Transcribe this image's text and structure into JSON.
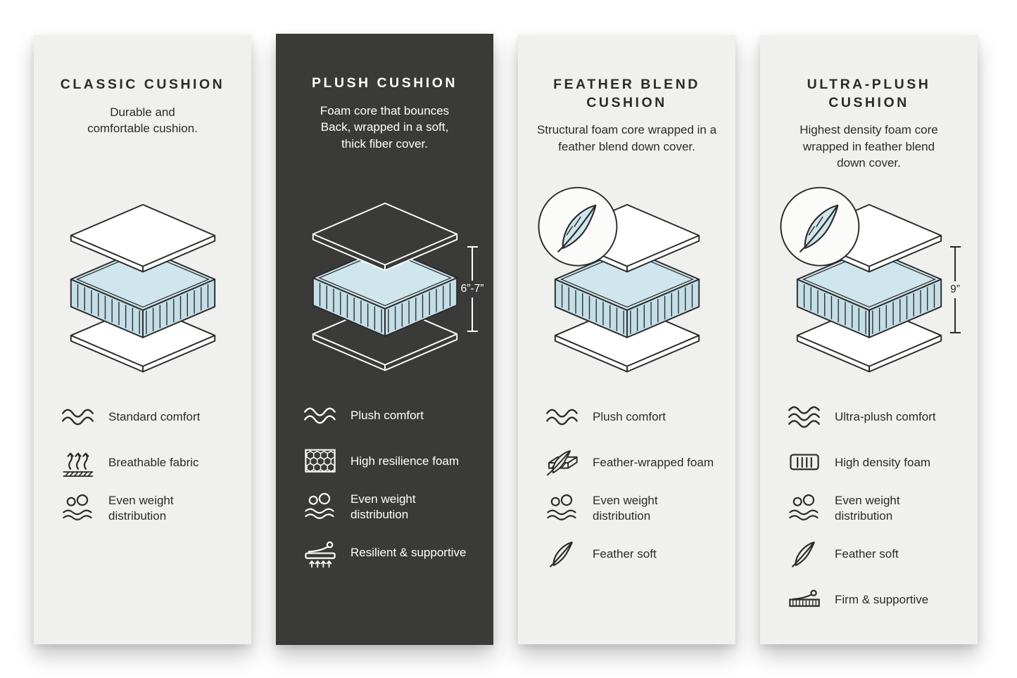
{
  "colors": {
    "page_background": "#ffffff",
    "card_light": "#f0f0ee",
    "card_dark": "#3a3a38",
    "ink": "#2b2b2b",
    "ink_on_dark": "#ffffff",
    "foam_blue": "#cfe6ec",
    "foam_blue_side": "#c3dee7"
  },
  "cards": [
    {
      "id": "classic",
      "theme": "light",
      "title": "CLASSIC CUSHION",
      "description": "Durable and comfortable cushion.",
      "measurement": "",
      "feather_badge": false,
      "features": [
        {
          "icon": "wave-icon",
          "label": "Standard comfort"
        },
        {
          "icon": "breathable-fabric-icon",
          "label": "Breathable fabric"
        },
        {
          "icon": "even-weight-icon",
          "label": "Even weight distribution"
        }
      ]
    },
    {
      "id": "plush",
      "theme": "dark",
      "title": "PLUSH CUSHION",
      "description": "Foam core that bounces Back, wrapped in a soft, thick fiber cover.",
      "measurement": "6”-7”",
      "feather_badge": false,
      "features": [
        {
          "icon": "wave-icon",
          "label": "Plush comfort"
        },
        {
          "icon": "honeycomb-foam-icon",
          "label": "High resilience foam"
        },
        {
          "icon": "even-weight-icon",
          "label": "Even weight distribution"
        },
        {
          "icon": "resilient-supportive-icon",
          "label": "Resilient & supportive"
        }
      ]
    },
    {
      "id": "feather-blend",
      "theme": "light",
      "title": "FEATHER BLEND\nCUSHION",
      "description": "Structural foam core wrapped in a feather blend down cover.",
      "measurement": "",
      "feather_badge": true,
      "features": [
        {
          "icon": "wave-icon",
          "label": "Plush comfort"
        },
        {
          "icon": "feather-wrapped-foam-icon",
          "label": "Feather-wrapped foam"
        },
        {
          "icon": "even-weight-icon",
          "label": "Even weight distribution"
        },
        {
          "icon": "feather-icon",
          "label": "Feather soft"
        }
      ]
    },
    {
      "id": "ultra-plush",
      "theme": "light",
      "title": "ULTRA-PLUSH\nCUSHION",
      "description": "Highest density foam core wrapped in feather blend down cover.",
      "measurement": "9”",
      "feather_badge": true,
      "features": [
        {
          "icon": "triple-wave-icon",
          "label": "Ultra-plush comfort"
        },
        {
          "icon": "high-density-foam-icon",
          "label": "High density foam"
        },
        {
          "icon": "even-weight-icon",
          "label": "Even weight distribution"
        },
        {
          "icon": "feather-icon",
          "label": "Feather soft"
        },
        {
          "icon": "firm-supportive-icon",
          "label": "Firm & supportive"
        }
      ]
    }
  ]
}
